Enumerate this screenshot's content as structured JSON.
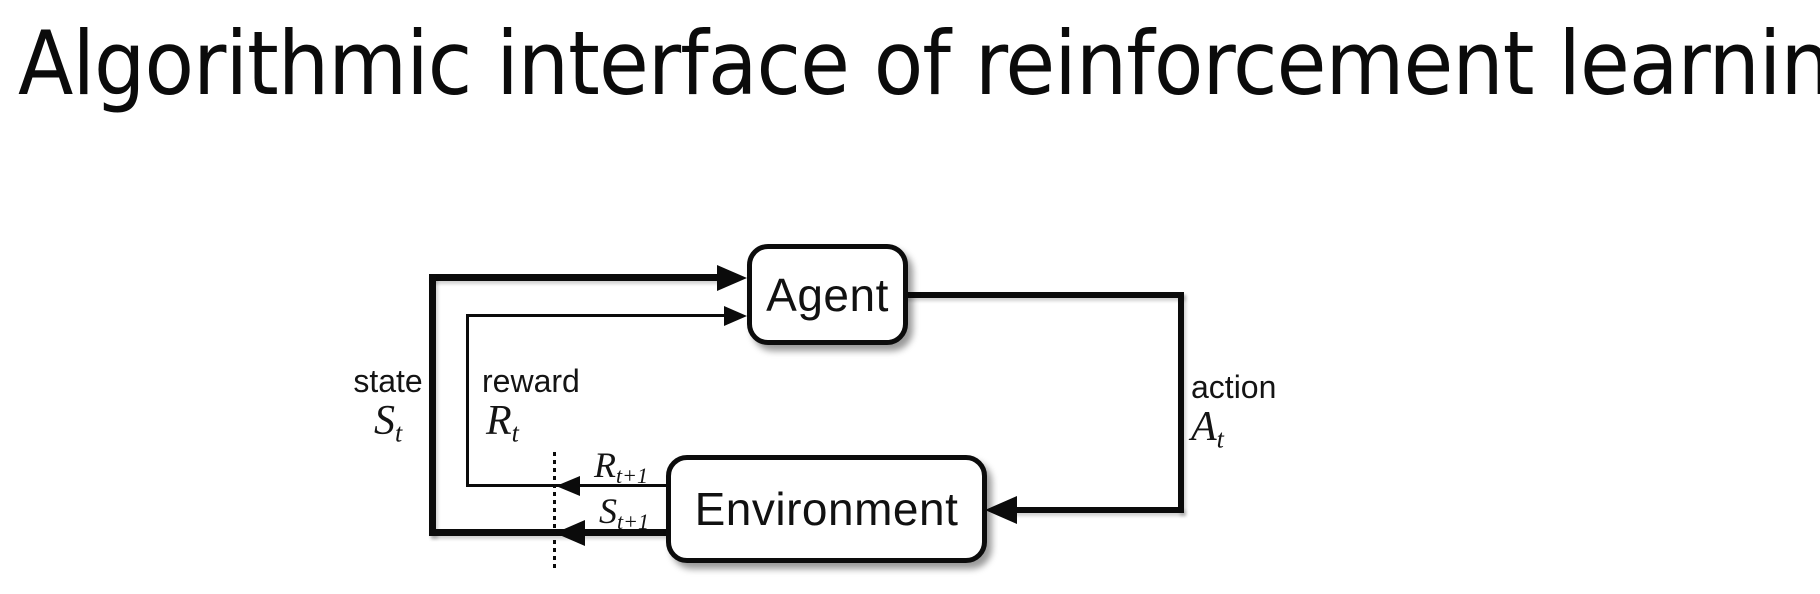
{
  "title": "Algorithmic interface of reinforcement learning",
  "diagram": {
    "nodes": {
      "agent": "Agent",
      "environment": "Environment"
    },
    "edges": {
      "state": {
        "word": "state",
        "symbol": "S",
        "subscript": "t"
      },
      "reward": {
        "word": "reward",
        "symbol": "R",
        "subscript": "t"
      },
      "action": {
        "word": "action",
        "symbol": "A",
        "subscript": "t"
      },
      "next_reward": {
        "symbol": "R",
        "subscript": "t+1"
      },
      "next_state": {
        "symbol": "S",
        "subscript": "t+1"
      }
    },
    "colors": {
      "line": "#0b0b0b",
      "text": "#141414",
      "background": "#ffffff"
    }
  }
}
